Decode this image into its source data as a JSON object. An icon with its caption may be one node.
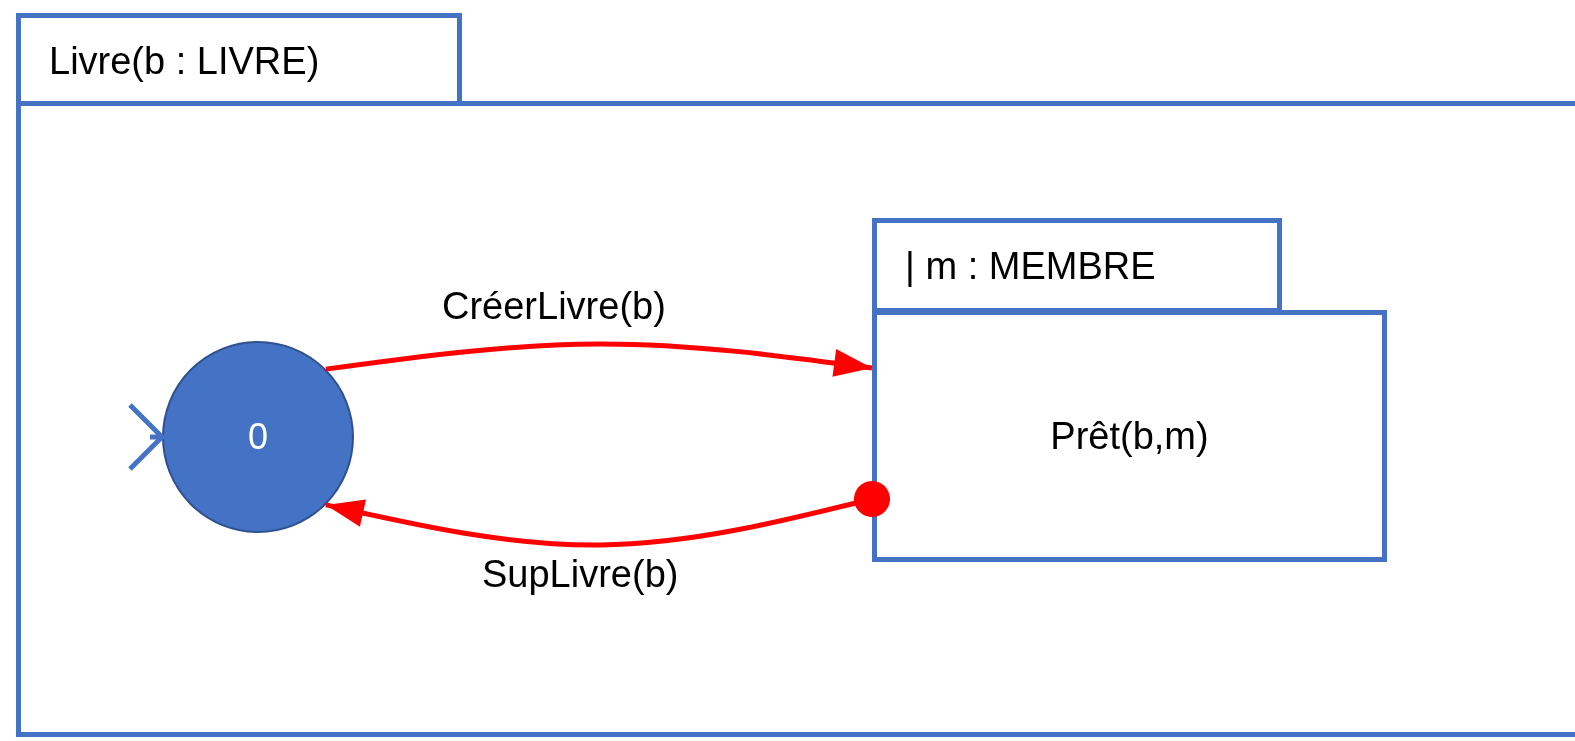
{
  "diagram": {
    "nodes": [
      {
        "text": [
          "Livre(b : LIVRE)"
        ]
      },
      {
        "text": [
          "0"
        ],
        "in": 0
      },
      {
        "text": [
          "| m : MEMBRE",
          "Prêt(b,m)"
        ],
        "in": 0
      }
    ],
    "edges": [
      {
        "from": 1,
        "to": 2,
        "arrow": "to",
        "label": "CréerLivre(b)"
      },
      {
        "from": 2,
        "to": 1,
        "arrow": "to",
        "label": "SupLivre(b)"
      },
      {
        "from": null,
        "to": 1,
        "arrow": "to",
        "color": "#4472c4"
      }
    ]
  }
}
